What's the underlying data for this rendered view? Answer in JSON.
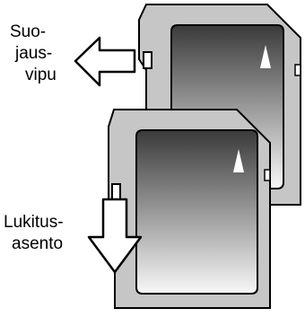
{
  "labels": {
    "lock_switch": [
      "Suo-",
      "jaus-",
      "vipu"
    ],
    "lock_position": [
      "Lukitus-",
      "asento"
    ]
  },
  "colors": {
    "card_body": "#c6c6c6",
    "card_outline": "#000000",
    "card_label_light": "#f8f8f8",
    "card_label_dark": "#3a3a3a",
    "arrow_fill": "#ffffff",
    "arrow_stroke": "#000000"
  },
  "icons": {
    "pointer_top": "right-arrow-outline-icon",
    "pointer_bottom": "down-arrow-outline-icon"
  }
}
